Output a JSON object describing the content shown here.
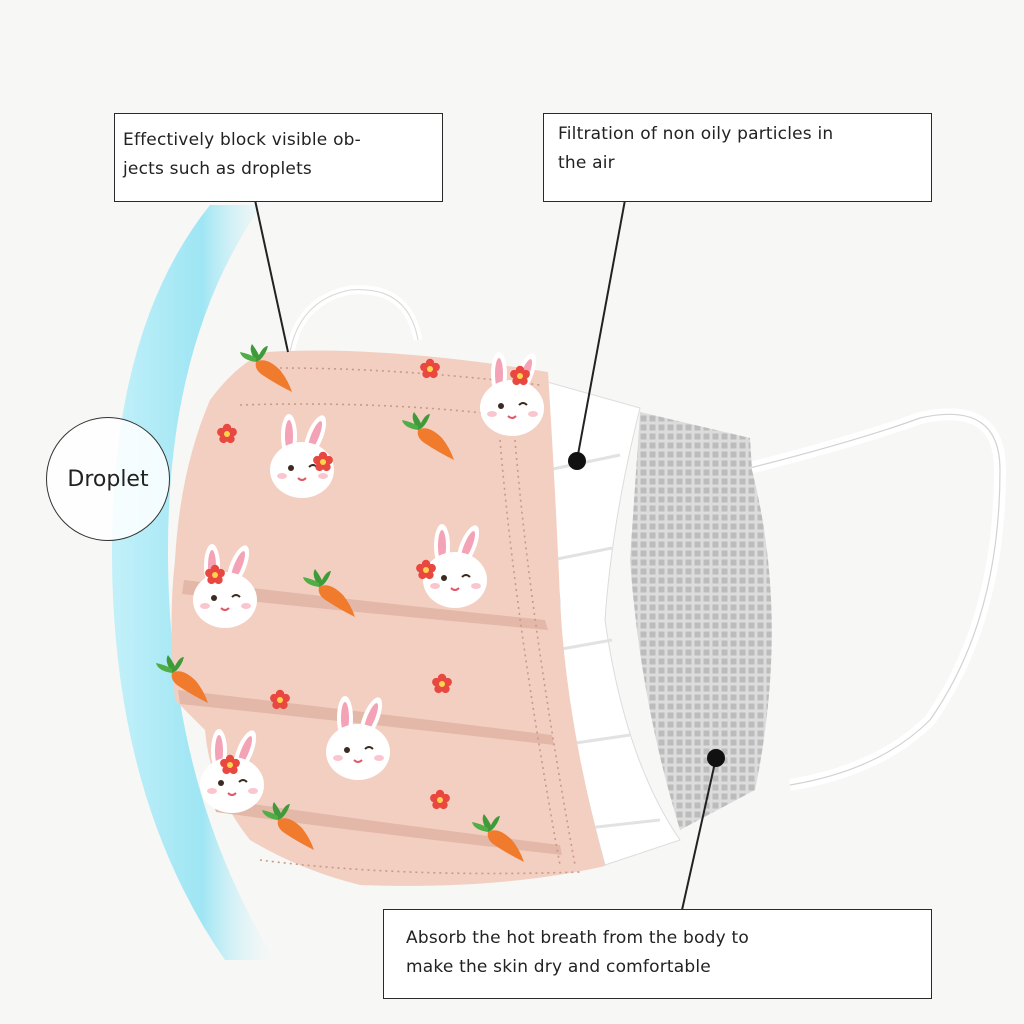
{
  "callouts": {
    "droplets": {
      "line1": "Effectively block visible ob-",
      "line2": "jects such as droplets"
    },
    "filtration": {
      "line1": "Filtration of non oily particles in",
      "line2": "the air"
    },
    "absorb": {
      "line1": "Absorb the hot breath from the body to",
      "line2": "make the skin dry and comfortable"
    }
  },
  "droplet_label": "Droplet",
  "colors": {
    "mask_pink": "#f3cfc1",
    "shield_blue": "#8fe2f3",
    "inner_gray": "#c9c9c9",
    "carrot_orange": "#f07b2d",
    "flower_red": "#e8483f",
    "bunny_ear_pink": "#f4a3b7"
  }
}
